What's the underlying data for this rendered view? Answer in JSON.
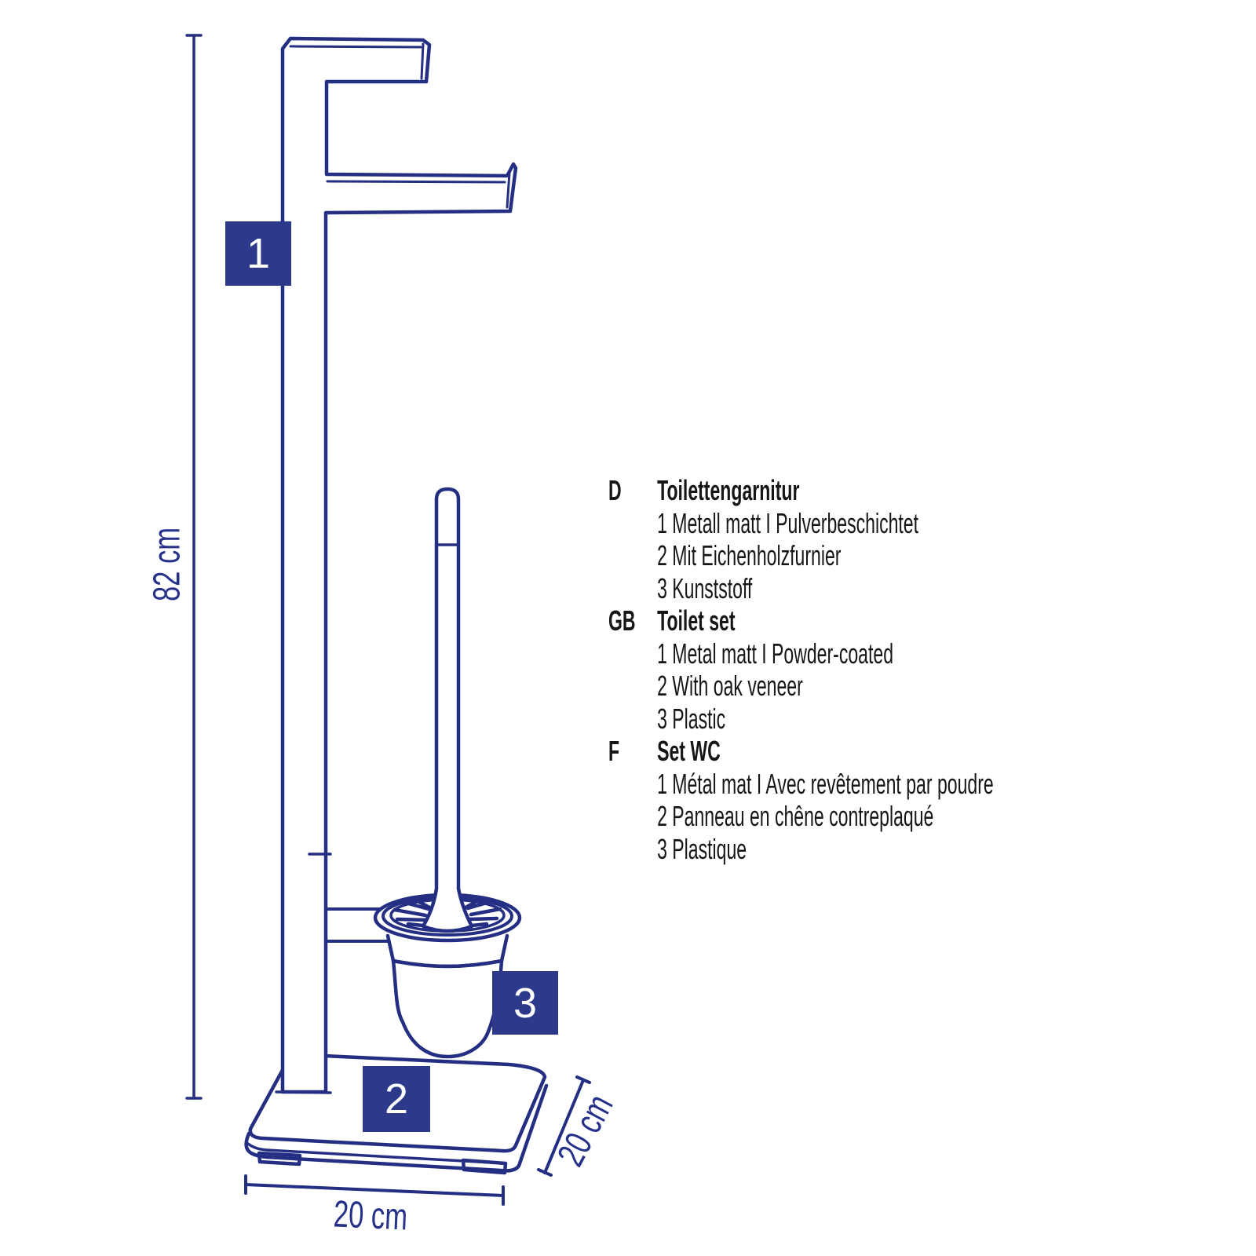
{
  "diagram": {
    "part_labels": [
      "1",
      "2",
      "3"
    ],
    "dimensions": {
      "height": "82 cm",
      "base_width": "20 cm",
      "base_depth": "20 cm"
    },
    "colors": {
      "line": "#242f83",
      "badge": "#2d3a8c",
      "dimension_text": "#26318a",
      "description_text": "#161616"
    }
  },
  "descriptions": [
    {
      "code": "D",
      "title": "Toilettengarnitur",
      "items": [
        "1 Metall matt I Pulverbeschichtet",
        "2 Mit Eichenholzfurnier",
        "3 Kunststoff"
      ]
    },
    {
      "code": "GB",
      "title": "Toilet set",
      "items": [
        "1 Metal matt I Powder-coated",
        "2 With oak veneer",
        "3 Plastic"
      ]
    },
    {
      "code": "F",
      "title": "Set WC",
      "items": [
        "1 Métal mat I Avec revêtement par poudre",
        "2 Panneau en chêne contreplaqué",
        "3 Plastique"
      ]
    }
  ]
}
